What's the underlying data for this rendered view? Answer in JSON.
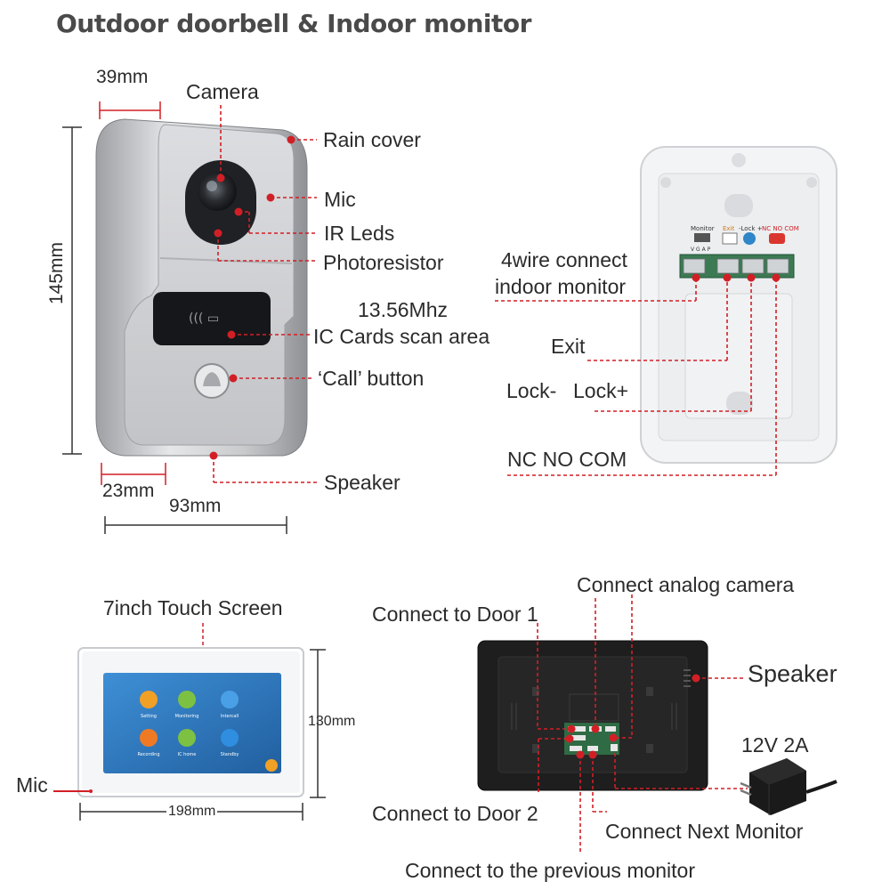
{
  "title": "Outdoor doorbell & Indoor monitor",
  "doorbell": {
    "dims": {
      "width_top": "39mm",
      "height": "145mm",
      "bottom_depth": "23mm",
      "bottom_width": "93mm"
    },
    "labels": {
      "camera": "Camera",
      "rain_cover": "Rain cover",
      "mic": "Mic",
      "ir_leds": "IR Leds",
      "photoresistor": "Photoresistor",
      "freq": "13.56Mhz",
      "ic_cards": "IC Cards scan area",
      "call_button": "‘Call’ button",
      "speaker": "Speaker"
    }
  },
  "doorbell_back": {
    "labels": {
      "four_wire": "4wire connect",
      "indoor_monitor": "indoor monitor",
      "exit": "Exit",
      "lock_minus": "Lock-",
      "lock_plus": "Lock+",
      "nc_no_com": "NC NO COM"
    },
    "terminal_labels": {
      "monitor": "Monitor",
      "vgap": "V G A P",
      "exit": "Exit",
      "lock": "-Lock +",
      "nc": "NC NO COM"
    }
  },
  "monitor_front": {
    "screen_label": "7inch Touch Screen",
    "height": "130mm",
    "width": "198mm",
    "mic": "Mic",
    "apps": [
      "Setting",
      "Monitoring",
      "Intercall",
      "Recording",
      "IC home",
      "Standby"
    ]
  },
  "monitor_back": {
    "labels": {
      "analog_camera": "Connect analog camera",
      "door1": "Connect to Door 1",
      "speaker": "Speaker",
      "power": "12V 2A",
      "door2": "Connect to Door 2",
      "next_monitor": "Connect Next Monitor",
      "previous_monitor": "Connect to the previous monitor"
    }
  },
  "colors": {
    "accent": "#d21f26",
    "doorbell_frame": "#c4c5c8",
    "monitor_back": "#1e1e1e",
    "screen_bg": "#2f7bc4"
  }
}
